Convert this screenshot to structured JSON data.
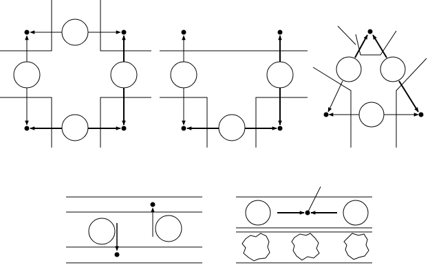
{
  "figure": {
    "panels": [
      {
        "id": "cross-junction",
        "circles": 4,
        "dots": 4
      },
      {
        "id": "t-junction",
        "circles": 3,
        "dots": 4
      },
      {
        "id": "y-junction",
        "circles": 3,
        "dots": 3
      },
      {
        "id": "offset-channel",
        "circles": 2,
        "dots": 2
      },
      {
        "id": "converging-channel",
        "circles": 2,
        "blobs": 3,
        "dots": 1
      }
    ],
    "colors": {
      "stroke": "#000000",
      "background": "#ffffff"
    }
  }
}
